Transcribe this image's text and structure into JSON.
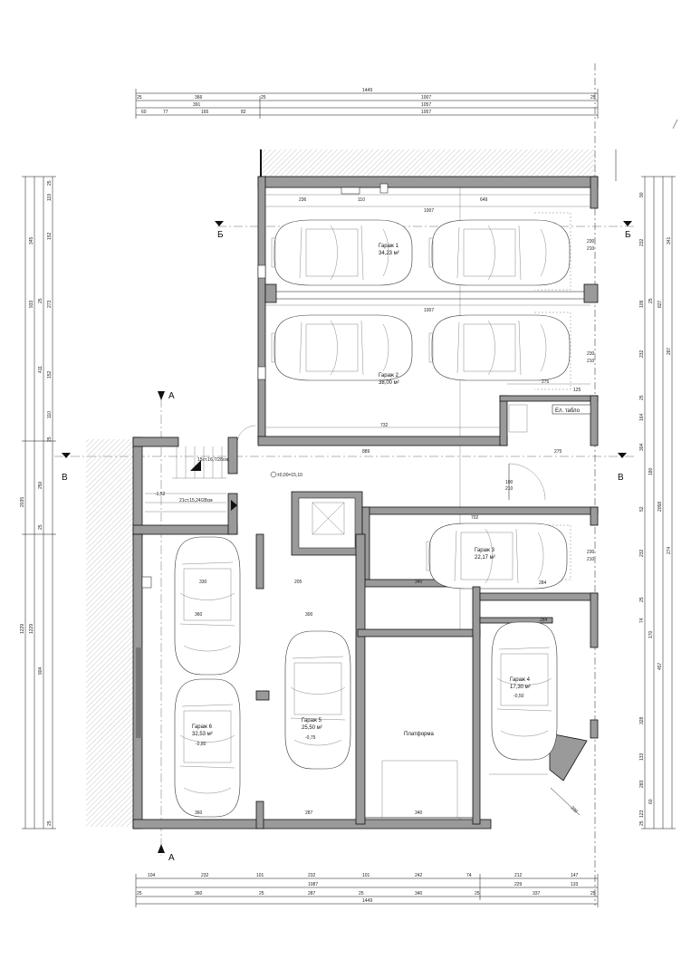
{
  "top_dimensions": {
    "row1": [
      "1449"
    ],
    "row2": [
      "25",
      "366",
      "25",
      "1007",
      "25"
    ],
    "row3": [
      "391",
      "1057"
    ],
    "row4": [
      "60",
      "77",
      "165",
      "82",
      "1057"
    ]
  },
  "bottom_dimensions": {
    "row1": [
      "104",
      "232",
      "101",
      "232",
      "101",
      "242",
      "74",
      "212",
      "147"
    ],
    "row2": [
      "1087",
      "229",
      "133"
    ],
    "row3": [
      "25",
      "360",
      "25",
      "287",
      "25",
      "340",
      "25",
      "337",
      "25"
    ],
    "row4": [
      "1449"
    ]
  },
  "left_dimensions": [
    "25",
    "119",
    "152",
    "345",
    "25",
    "933",
    "273",
    "411",
    "152",
    "110",
    "25",
    "250",
    "25",
    "2035",
    "1229",
    "1229",
    "904",
    "25"
  ],
  "right_dimensions": [
    "90",
    "232",
    "341",
    "25",
    "827",
    "109",
    "232",
    "287",
    "25",
    "164",
    "304",
    "180",
    "52",
    "2058",
    "232",
    "274",
    "25",
    "74",
    "170",
    "457",
    "328",
    "133",
    "283",
    "60",
    "123",
    "25"
  ],
  "section_marks": {
    "a_top": "А",
    "a_bottom": "А",
    "b_left": "Б",
    "b_right": "Б",
    "v_left": "В",
    "v_right": "В"
  },
  "rooms": {
    "garage1": {
      "name": "Гараж 1",
      "area": "34,23 м²"
    },
    "garage2": {
      "name": "Гараж 2",
      "area": "38,00 м²"
    },
    "garage3": {
      "name": "Гараж 3",
      "area": "22,17 м²"
    },
    "garage4": {
      "name": "Гараж 4",
      "area": "17,30 м²",
      "level": "-0,50"
    },
    "garage5": {
      "name": "Гараж 5",
      "area": "25,50 м²",
      "level": "-0,75"
    },
    "garage6": {
      "name": "Гараж 6",
      "area": "32,53 м²",
      "level": "-0,80"
    },
    "platform": "Платформа",
    "panel": "Ел. табло"
  },
  "stairs": {
    "upper": "15ст.16,7/28см",
    "lower": "21ст.15,24/28см",
    "level_zero": "±0,00=15,10",
    "level_stair": "-1,52"
  },
  "interior_dimensions": {
    "g1_width": "1007",
    "g1_top_left": "236",
    "g1_top_mid": "110",
    "g1_top_right": "649",
    "g2_width": "1007",
    "g2_bottom": "732",
    "corridor": "889",
    "g3_width": "702",
    "g3_bottom": "284",
    "g4_top": "284",
    "g6_top": "330",
    "g6_mid": "360",
    "g6_bottom": "360",
    "g5_top": "205",
    "g5_mid": "300",
    "g5_bottom": "287",
    "platform_top": "340",
    "platform_bottom": "340",
    "panel_top": "275",
    "panel_mid": "125",
    "panel_side": "275",
    "door1": "230",
    "door1b": "210",
    "door2": "230",
    "door2b": "210",
    "door3": "230",
    "door3b": "210",
    "door_main": "100",
    "door_mainb": "210",
    "diag": "200"
  },
  "colors": {
    "wall": "#9a9a9a",
    "line": "#111111",
    "hatch": "#cfcfcf"
  }
}
